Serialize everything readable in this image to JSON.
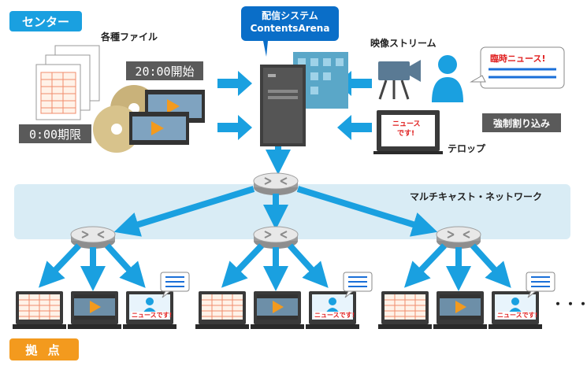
{
  "labels": {
    "center": "センター",
    "sites": "拠 点",
    "files": "各種ファイル",
    "start_time": "20:00開始",
    "deadline": "0:00期限",
    "system_line1": "配信システム",
    "system_line2": "ContentsArena",
    "video_stream": "映像ストリーム",
    "breaking_news": "臨時ニュース!",
    "force_interrupt": "強制割り込み",
    "news_ticker_line1": "ニュース",
    "news_ticker_line2": "です!",
    "telop": "テロップ",
    "multicast_network": "マルチキャスト・ネットワーク",
    "screen_news": "ニュースです!",
    "ellipsis": "・・・"
  },
  "colors": {
    "accent_blue": "#1aa0e0",
    "system_blue": "#0a6ec8",
    "orange": "#f39a1e",
    "red_text": "#e02020",
    "network_band": "#d9ecf5",
    "dark_box": "#5a5a5a"
  }
}
